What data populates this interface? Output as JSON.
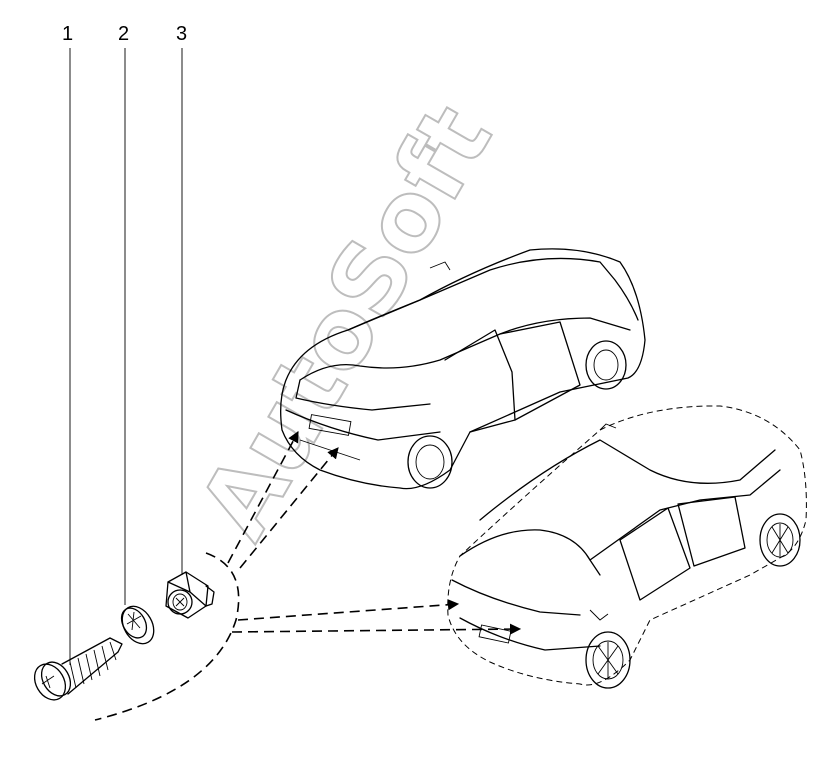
{
  "callouts": [
    {
      "id": "1",
      "label": "1"
    },
    {
      "id": "2",
      "label": "2"
    },
    {
      "id": "3",
      "label": "3"
    }
  ],
  "watermark": "AutoSoft",
  "colors": {
    "line": "#000000",
    "watermark": "#bdbdbd",
    "background": "#ffffff"
  },
  "parts": [
    {
      "callout": "1",
      "icon": "clip-nut-icon"
    },
    {
      "callout": "2",
      "icon": "washer-icon"
    },
    {
      "callout": "3",
      "icon": "screw-icon"
    }
  ],
  "vehicles": [
    {
      "icon": "sedan-rear-icon"
    },
    {
      "icon": "hatchback-rear-icon"
    }
  ]
}
